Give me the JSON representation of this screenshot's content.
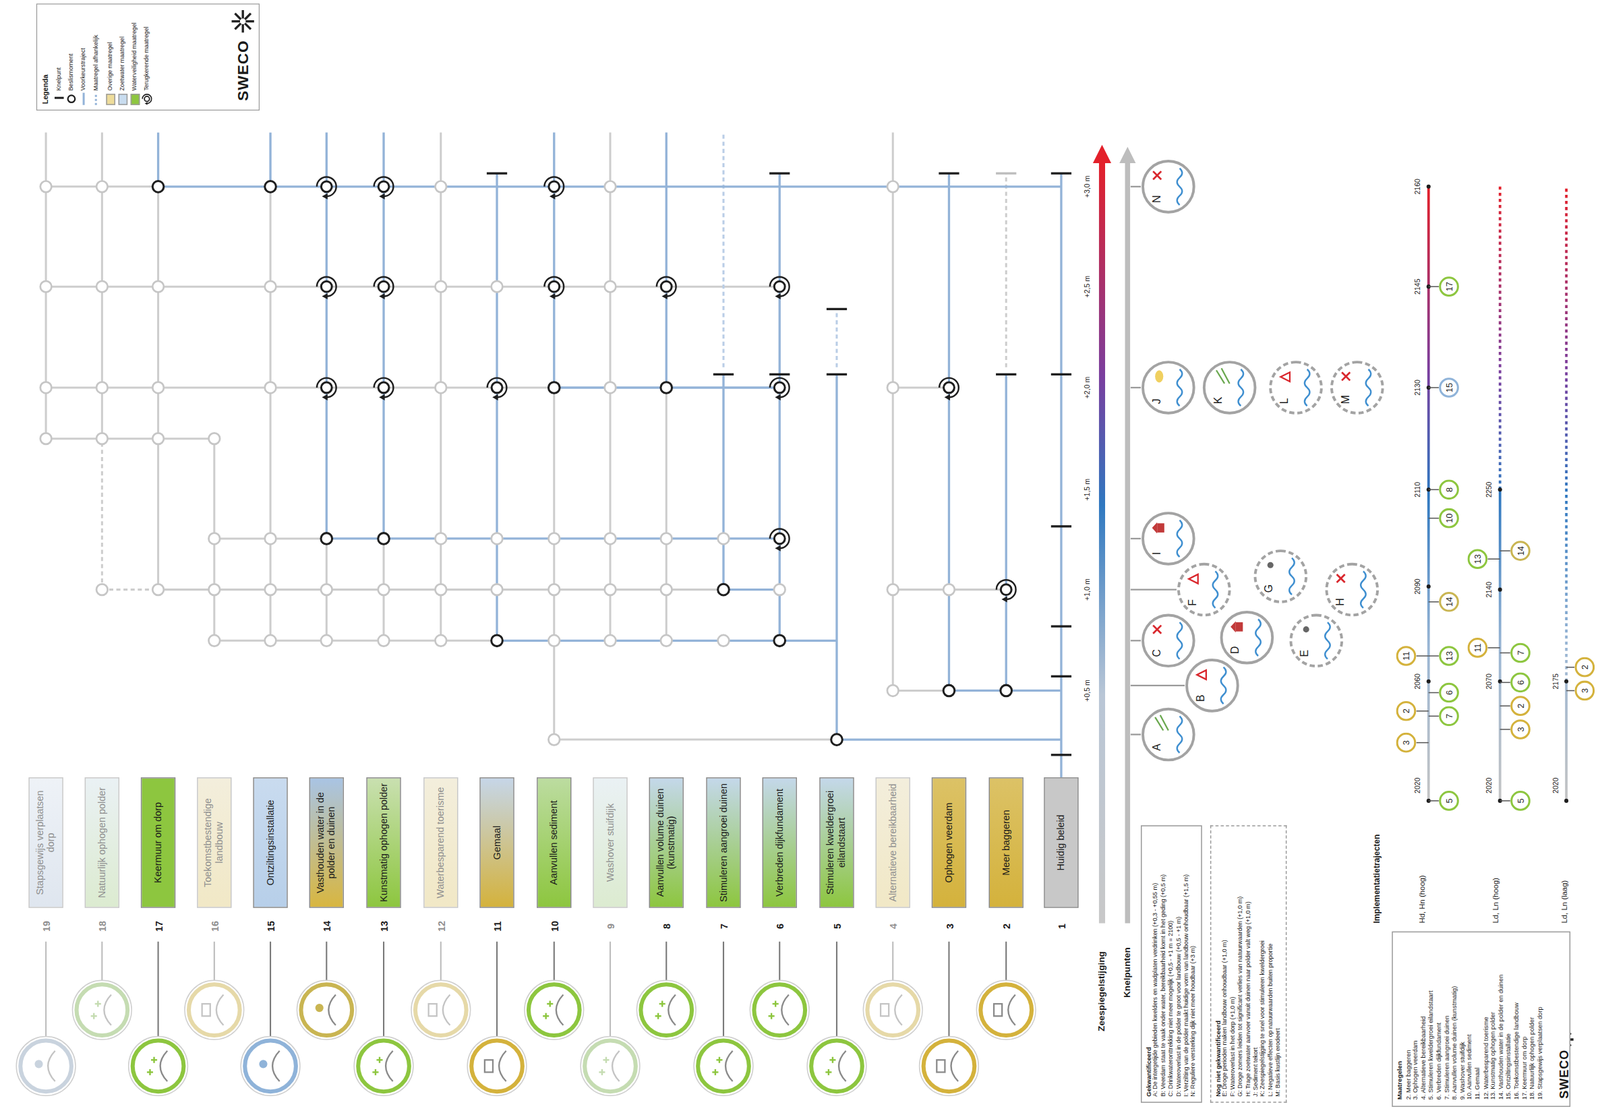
{
  "diagram": {
    "nodes": [
      {
        "text": [
          "19",
          "Stapsgewijs verplaatsen dorp"
        ]
      },
      {
        "text": [
          "18",
          "Natuurlijk ophogen polder"
        ]
      },
      {
        "text": [
          "17",
          "Keermuur om dorp"
        ]
      },
      {
        "text": [
          "16",
          "Toekomstbestendige landbouw"
        ]
      },
      {
        "text": [
          "15",
          "Ontziltingsinstallatie"
        ]
      },
      {
        "text": [
          "14",
          "Vasthouden water in de polder en duinen"
        ]
      },
      {
        "text": [
          "13",
          "Kunstmatig ophogen polder"
        ]
      },
      {
        "text": [
          "12",
          "Waterbesparend toerisme"
        ]
      },
      {
        "text": [
          "11",
          "Gemaal"
        ]
      },
      {
        "text": [
          "10",
          "Aanvullen sediment"
        ]
      },
      {
        "text": [
          "9",
          "Washover stuifdijk"
        ]
      },
      {
        "text": [
          "8",
          "Aanvullen volume duinen (kunstmatig)"
        ]
      },
      {
        "text": [
          "7",
          "Stimuleren aangroei duinen"
        ]
      },
      {
        "text": [
          "6",
          "Verbreden dijkfundament"
        ]
      },
      {
        "text": [
          "5",
          "Stimuleren kweldergroei eilandstaart"
        ]
      },
      {
        "text": [
          "4",
          "Alternatieve bereikbaarheid"
        ]
      },
      {
        "text": [
          "3",
          "Ophogen veerdam"
        ]
      },
      {
        "text": [
          "2",
          "Meer baggeren"
        ]
      },
      {
        "text": [
          "1",
          "Huidig beleid"
        ]
      },
      {
        "text": [
          "A"
        ]
      },
      {
        "text": [
          "B"
        ]
      },
      {
        "text": [
          "C"
        ]
      },
      {
        "text": [
          "D"
        ]
      },
      {
        "text": [
          "E"
        ]
      },
      {
        "text": [
          "F"
        ]
      },
      {
        "text": [
          "G"
        ]
      },
      {
        "text": [
          "H"
        ]
      },
      {
        "text": [
          "I"
        ]
      },
      {
        "text": [
          "J"
        ]
      },
      {
        "text": [
          "K"
        ]
      },
      {
        "text": [
          "L"
        ]
      },
      {
        "text": [
          "M"
        ]
      },
      {
        "text": [
          "N"
        ]
      },
      {
        "text": [
          "Gekwantificeerd",
          "A: De intergetijde gebieden kwelders en wadplaten verdrinken (+0,3 - +0,55 m)",
          "B: Veerdam staat te vaak onder water, bereikbaarheid komt in het geding (+0,5 m)",
          "C: Drinkwateronttrekking niet meer mogelijk (+0,5 - +1 m = 2100)",
          "D: Wateroverlast in de polder te groot voor landbouw (+0,5 - +1 m)",
          "I: Verzilting van de polder maakt huidige vorm van landbouw onhoudbaar (+1,5 m)",
          "N: Reguliere versterking dijk niet meer houdbaar (+3 m)"
        ]
      },
      {
        "text": [
          "Nog niet gekwantificeerd",
          "E: Droge perioden maken landbouw onhoudbaar (+1,0 m)",
          "F: Wateroverlast in het dorp (+1,0 m)",
          "G: Droge zomers leiden tot significant verlies van natuurwaarden (+1,0 m)",
          "H: Trage zoetwater aanvoer vanuit duinen naar polder valt weg (+1,0 m)",
          "J: Sediment tekort",
          "K: Zeespiegelstijging te snel voor stimuleren kweldergroei",
          "L: Negatieve effecten op natuurwaarden buiten proportie",
          "M: Basis kustlijn erodeert"
        ]
      },
      {
        "text": [
          "Maatregelen",
          "2. Meer baggeren",
          "3. Ophogen veerdam",
          "4. Alternatieve bereikbaarheid",
          "5. Stimuleren kweldergroei eilandstaart",
          "6. Verbreden dijkfundament",
          "7. Stimuleren aangroei duinen",
          "8. Aanvullen volume duinen (kunstmatig)",
          "9. Washover stuifdijk",
          "10. Aanvullen sediment",
          "11. Gemaal",
          "12. Waterbesparend toerisme",
          "13. Kunstmatig ophogen polder",
          "14. Vasthouden water in de polder en duinen",
          "15. Ontziltingsinstallatie",
          "16. Toekomstbestendige landbouw",
          "17. Keermuur om dorp",
          "18. Natuurlijk ophogen polder",
          "19. Stapsgewijs verplaatsen dorp"
        ]
      },
      {
        "text": [
          "5"
        ]
      },
      {
        "text": [
          "3"
        ]
      },
      {
        "text": [
          "2"
        ]
      },
      {
        "text": [
          "7"
        ]
      },
      {
        "text": [
          "6"
        ]
      },
      {
        "text": [
          "11"
        ]
      },
      {
        "text": [
          "13"
        ]
      },
      {
        "text": [
          "14"
        ]
      },
      {
        "text": [
          "10"
        ]
      },
      {
        "text": [
          "8"
        ]
      },
      {
        "text": [
          "15"
        ]
      },
      {
        "text": [
          "17"
        ]
      },
      {
        "text": [
          "5"
        ]
      },
      {
        "text": [
          "3"
        ]
      },
      {
        "text": [
          "2"
        ]
      },
      {
        "text": [
          "6"
        ]
      },
      {
        "text": [
          "7"
        ]
      },
      {
        "text": [
          "11"
        ]
      },
      {
        "text": [
          "13"
        ]
      },
      {
        "text": [
          "14"
        ]
      },
      {
        "text": [
          "3"
        ]
      },
      {
        "text": [
          "2"
        ]
      }
    ],
    "labels": [
      "Legenda",
      "SWECO",
      "Zeespiegelstijging",
      "Knelpunten",
      "+0,5 m",
      "+1,0 m",
      "+1,5 m",
      "+2,0 m",
      "+2,5 m",
      "+3,0 m",
      "Implementatietrajecten",
      "Hd, Hn (hoog)",
      "2020",
      "2060",
      "2090",
      "2110",
      "2130",
      "2145",
      "2160",
      "Ld, Ln (hoog)",
      "2020",
      "2070",
      "2140",
      "2250",
      "Ld, Ln (laag)",
      "2020",
      "2175",
      "SWECO"
    ],
    "legend": [
      {
        "text": "Knelpunt"
      },
      {
        "text": "Beslismoment"
      },
      {
        "text": "Voorkeurstraject"
      },
      {
        "text": "Maatregel afhankelijk"
      },
      {
        "text": "Overige maatregel",
        "color": "#eedc9a"
      },
      {
        "text": "Zoetwater maatregel",
        "color": "#c8dcef"
      },
      {
        "text": "Waterveiligheid maatregel",
        "color": "#8dc63f"
      },
      {
        "text": "Terugkerende maatregel"
      }
    ]
  }
}
